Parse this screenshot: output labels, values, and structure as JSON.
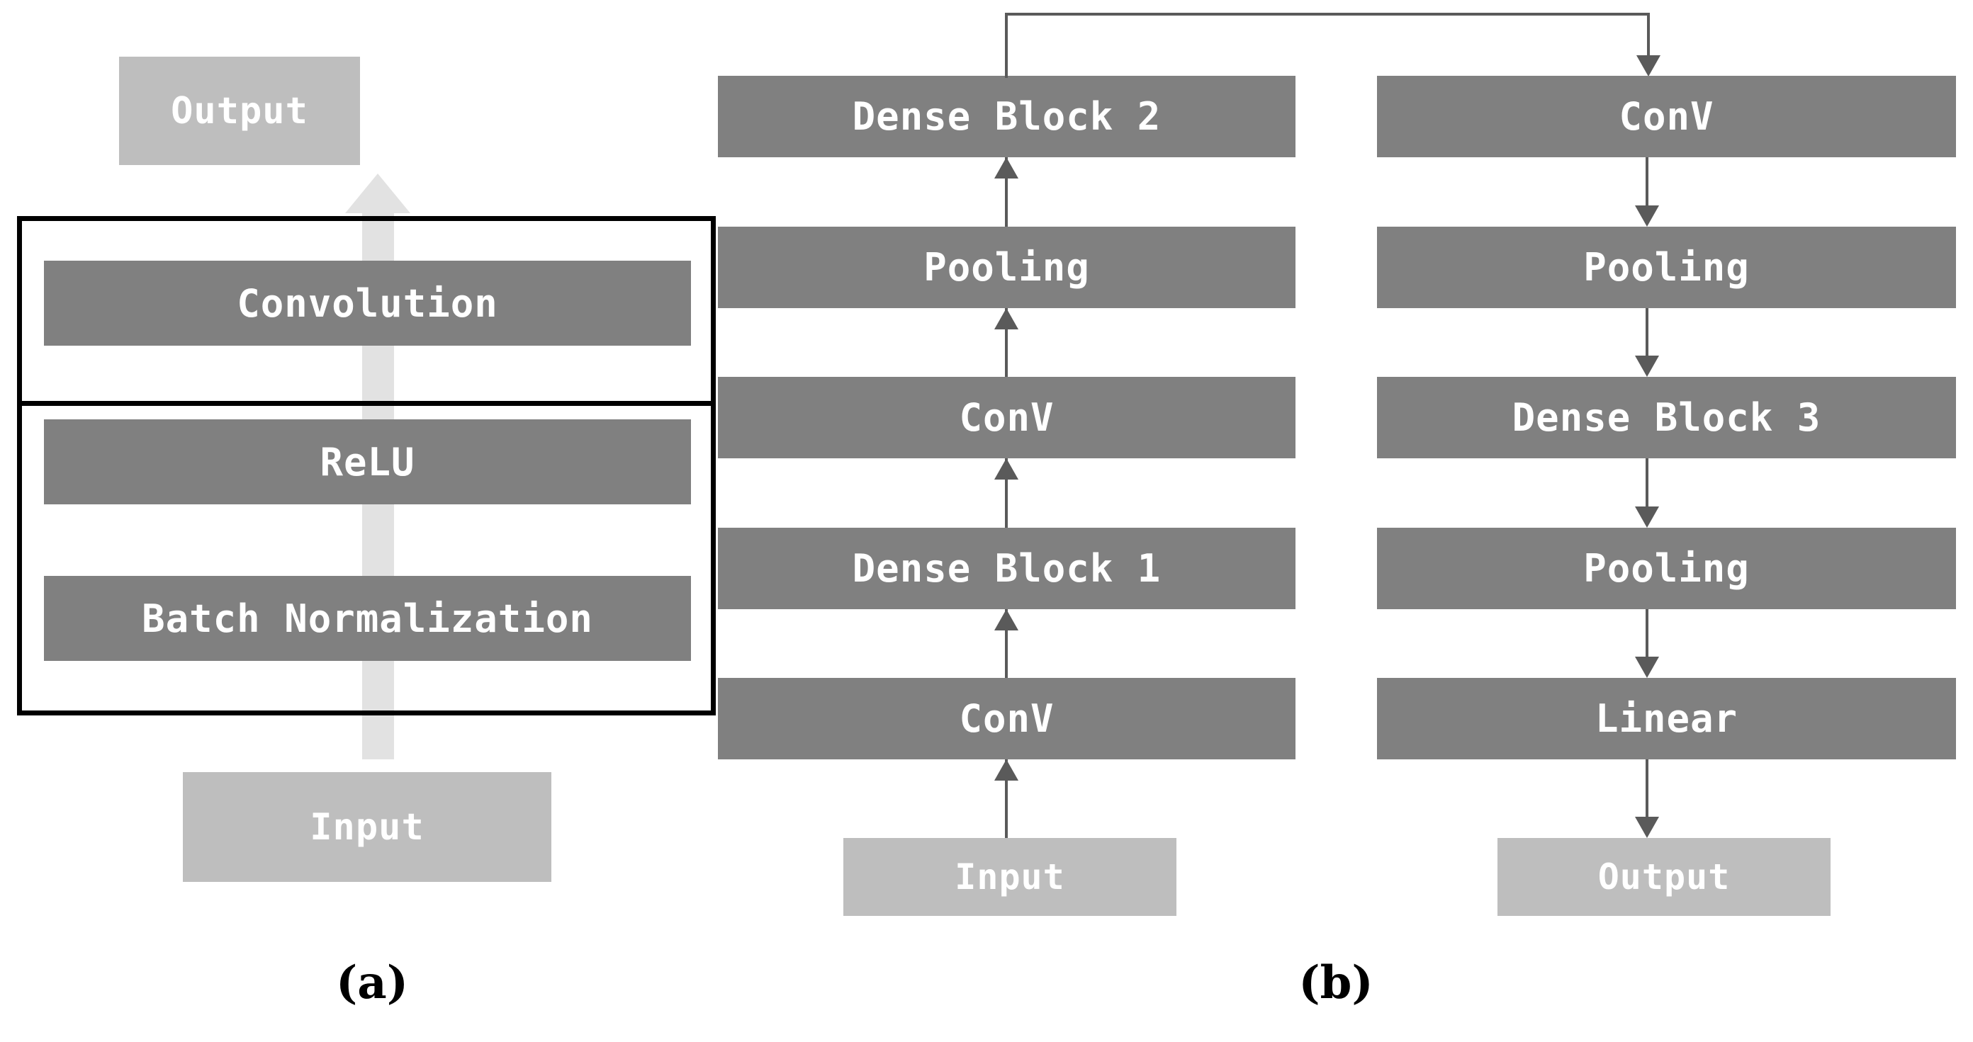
{
  "figure": {
    "panels": [
      {
        "id": "a",
        "caption": "(a)",
        "output_block": {
          "label": "Output",
          "style": "light"
        },
        "framed_blocks": [
          {
            "label": "Convolution",
            "style": "dark"
          },
          {
            "label": "ReLU",
            "style": "dark"
          },
          {
            "label": "Batch Normalization",
            "style": "dark"
          }
        ],
        "input_block": {
          "label": "Input",
          "style": "light"
        },
        "flow_direction": "bottom-to-top"
      },
      {
        "id": "b",
        "caption": "(b)",
        "left_column": {
          "flow_direction": "bottom-to-top",
          "blocks": [
            {
              "label": "Dense Block 2",
              "style": "dark"
            },
            {
              "label": "Pooling",
              "style": "dark"
            },
            {
              "label": "ConV",
              "style": "dark"
            },
            {
              "label": "Dense Block 1",
              "style": "dark"
            },
            {
              "label": "ConV",
              "style": "dark"
            },
            {
              "label": "Input",
              "style": "light"
            }
          ]
        },
        "right_column": {
          "flow_direction": "top-to-bottom",
          "blocks": [
            {
              "label": "ConV",
              "style": "dark"
            },
            {
              "label": "Pooling",
              "style": "dark"
            },
            {
              "label": "Dense Block 3",
              "style": "dark"
            },
            {
              "label": "Pooling",
              "style": "dark"
            },
            {
              "label": "Linear",
              "style": "dark"
            },
            {
              "label": "Output",
              "style": "light"
            }
          ]
        },
        "skip_connection": {
          "from": "Dense Block 2",
          "to": "ConV"
        }
      }
    ]
  },
  "colors": {
    "dark_block": "#808080",
    "light_block": "#bebebe",
    "arrow_thin": "#5a5a5a",
    "arrow_thick": "#e2e2e2",
    "frame_border": "#000000",
    "block_text": "#ffffff",
    "caption_text": "#000000",
    "background": "#ffffff"
  }
}
